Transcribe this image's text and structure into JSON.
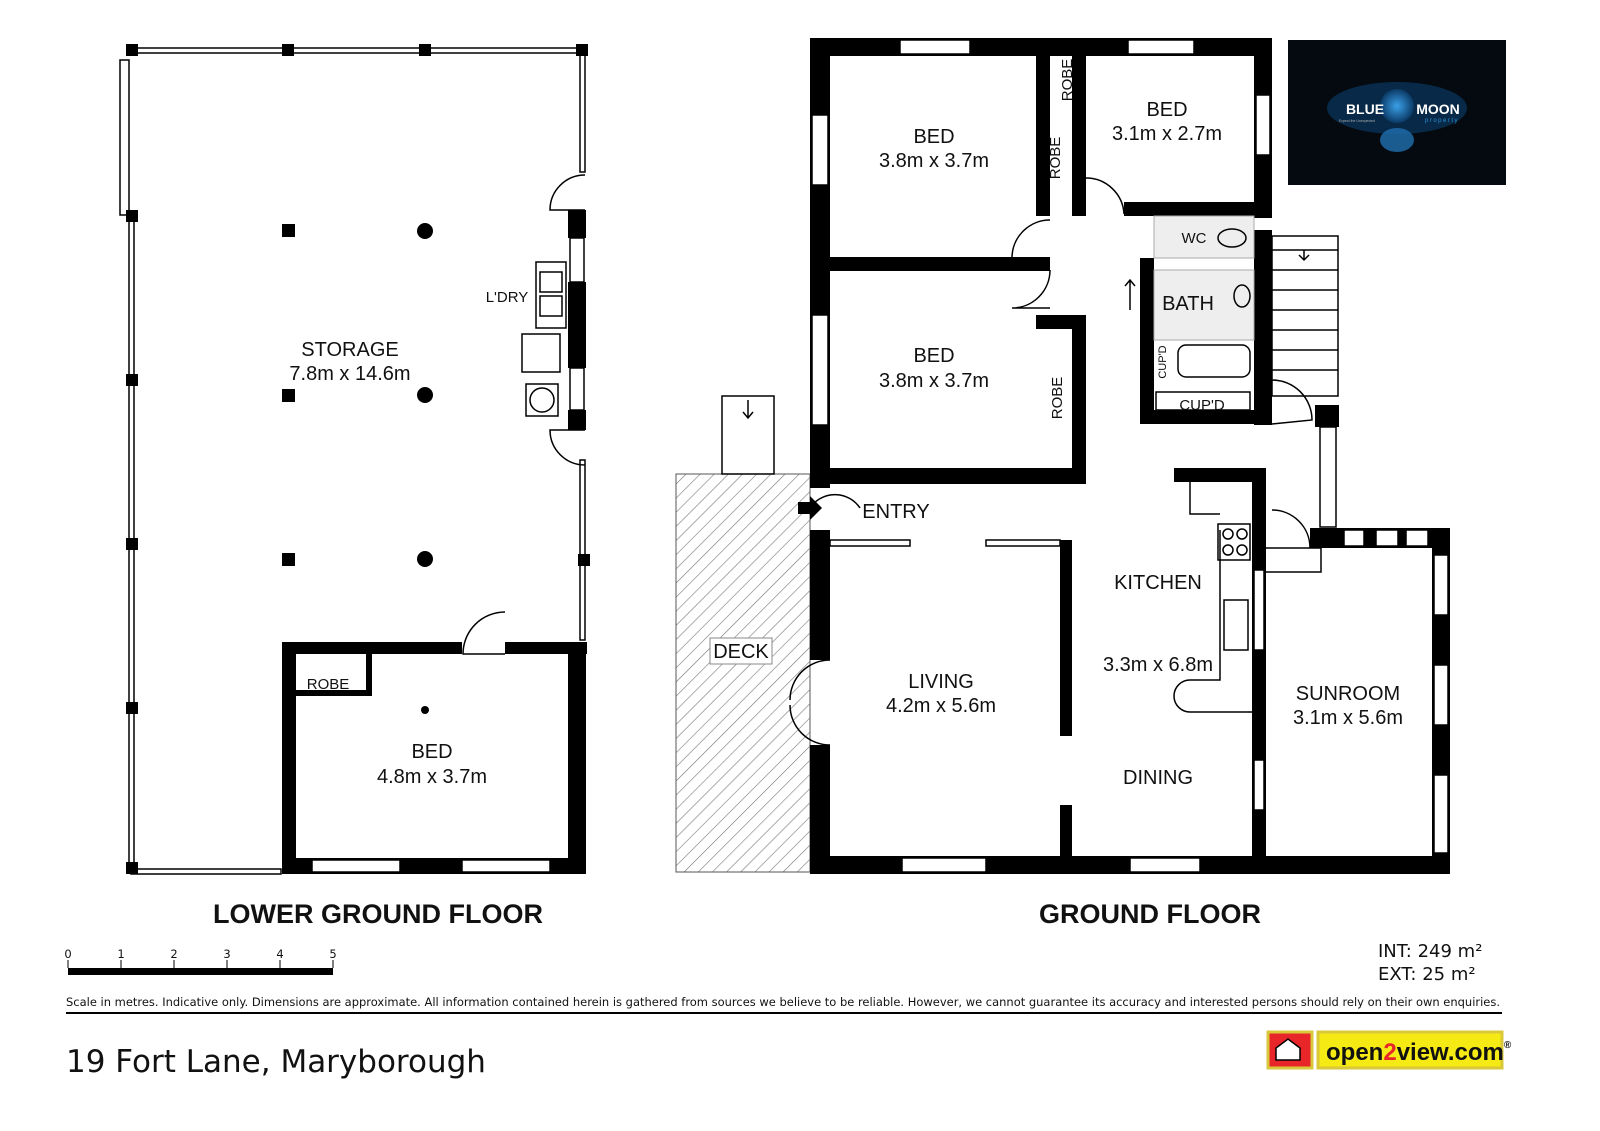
{
  "plan": {
    "lower_ground": {
      "title": "LOWER GROUND FLOOR",
      "rooms": {
        "storage_name": "STORAGE",
        "storage_size": "7.8m x 14.6m",
        "laundry": "L'DRY",
        "bed_name": "BED",
        "bed_size": "4.8m x 3.7m",
        "robe": "ROBE"
      }
    },
    "ground": {
      "title": "GROUND FLOOR",
      "rooms": {
        "bed1_name": "BED",
        "bed1_size": "3.8m x 3.7m",
        "bed2_name": "BED",
        "bed2_size": "3.1m x 2.7m",
        "bed3_name": "BED",
        "bed3_size": "3.8m x 3.7m",
        "robe": "ROBE",
        "wc": "WC",
        "bath": "BATH",
        "cupd": "CUP'D",
        "entry": "ENTRY",
        "deck": "DECK",
        "kitchen_name": "KITCHEN",
        "kitchen_size": "3.3m x 6.8m",
        "living_name": "LIVING",
        "living_size": "4.2m x 5.6m",
        "dining": "DINING",
        "sunroom_name": "SUNROOM",
        "sunroom_size": "3.1m x 5.6m"
      }
    }
  },
  "scale": {
    "ticks": [
      "0",
      "1",
      "2",
      "3",
      "4",
      "5"
    ],
    "unit": "metres"
  },
  "area": {
    "int": "INT: 249 m²",
    "ext": "EXT: 25 m²"
  },
  "disclaimer": "Scale in metres. Indicative only. Dimensions are approximate. All information contained herein is gathered from sources we believe to be reliable. However, we cannot guarantee its accuracy and interested persons should rely on their own enquiries.",
  "address": "19 Fort Lane, Maryborough",
  "logos": {
    "agency": {
      "word1": "BLUE",
      "word2": "MOON",
      "sub": "property",
      "tagline": "Expect the Unexpected"
    },
    "portal": {
      "text_a": "open",
      "text_b": "2",
      "text_c": "view.com",
      "mark": "®"
    }
  },
  "colors": {
    "moon": "#2a8fd6",
    "portal_yellow": "#f5ea14",
    "portal_red": "#e8262a"
  }
}
